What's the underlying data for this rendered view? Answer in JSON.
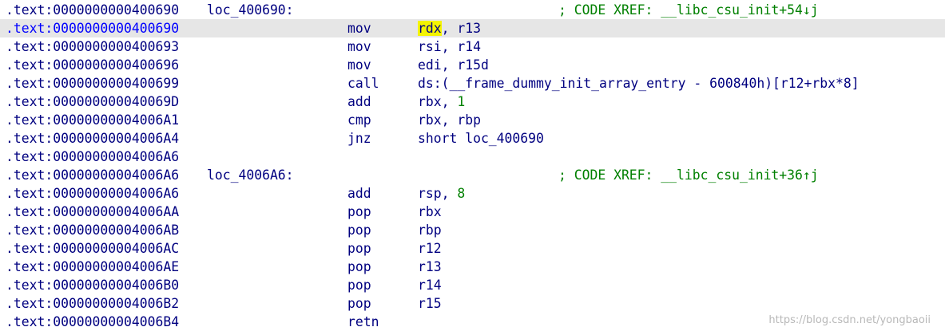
{
  "colors": {
    "text": "#000080",
    "selected_address": "#0000ff",
    "comment": "#008000",
    "immediate": "#008000",
    "selection_background": "#e6e6e6",
    "highlight": "#f4f400",
    "watermark": "#b8b8b8"
  },
  "lines": [
    {
      "address": ".text:0000000000400690",
      "label": "loc_400690:",
      "comment": "; CODE XREF: __libc_csu_init+54↓j"
    },
    {
      "address": ".text:0000000000400690",
      "mnemonic": "mov",
      "operand_parts": [
        {
          "t": "rdx",
          "k": "hl"
        },
        {
          "t": ", r13"
        }
      ],
      "selected": true
    },
    {
      "address": ".text:0000000000400693",
      "mnemonic": "mov",
      "operand_parts": [
        {
          "t": "rsi, r14"
        }
      ]
    },
    {
      "address": ".text:0000000000400696",
      "mnemonic": "mov",
      "operand_parts": [
        {
          "t": "edi, r15d"
        }
      ]
    },
    {
      "address": ".text:0000000000400699",
      "mnemonic": "call",
      "operand_parts": [
        {
          "t": "ds:(__frame_dummy_init_array_entry - 600840h)[r12+rbx*8]"
        }
      ]
    },
    {
      "address": ".text:000000000040069D",
      "mnemonic": "add",
      "operand_parts": [
        {
          "t": "rbx, "
        },
        {
          "t": "1",
          "k": "num"
        }
      ]
    },
    {
      "address": ".text:00000000004006A1",
      "mnemonic": "cmp",
      "operand_parts": [
        {
          "t": "rbx, rbp"
        }
      ]
    },
    {
      "address": ".text:00000000004006A4",
      "mnemonic": "jnz",
      "operand_parts": [
        {
          "t": "short loc_400690"
        }
      ]
    },
    {
      "address": ".text:00000000004006A6"
    },
    {
      "address": ".text:00000000004006A6",
      "label": "loc_4006A6:",
      "comment": "; CODE XREF: __libc_csu_init+36↑j"
    },
    {
      "address": ".text:00000000004006A6",
      "mnemonic": "add",
      "operand_parts": [
        {
          "t": "rsp, "
        },
        {
          "t": "8",
          "k": "num"
        }
      ]
    },
    {
      "address": ".text:00000000004006AA",
      "mnemonic": "pop",
      "operand_parts": [
        {
          "t": "rbx"
        }
      ]
    },
    {
      "address": ".text:00000000004006AB",
      "mnemonic": "pop",
      "operand_parts": [
        {
          "t": "rbp"
        }
      ]
    },
    {
      "address": ".text:00000000004006AC",
      "mnemonic": "pop",
      "operand_parts": [
        {
          "t": "r12"
        }
      ]
    },
    {
      "address": ".text:00000000004006AE",
      "mnemonic": "pop",
      "operand_parts": [
        {
          "t": "r13"
        }
      ]
    },
    {
      "address": ".text:00000000004006B0",
      "mnemonic": "pop",
      "operand_parts": [
        {
          "t": "r14"
        }
      ]
    },
    {
      "address": ".text:00000000004006B2",
      "mnemonic": "pop",
      "operand_parts": [
        {
          "t": "r15"
        }
      ]
    },
    {
      "address": ".text:00000000004006B4",
      "mnemonic": "retn"
    }
  ],
  "watermark": "https://blog.csdn.net/yongbaoii"
}
